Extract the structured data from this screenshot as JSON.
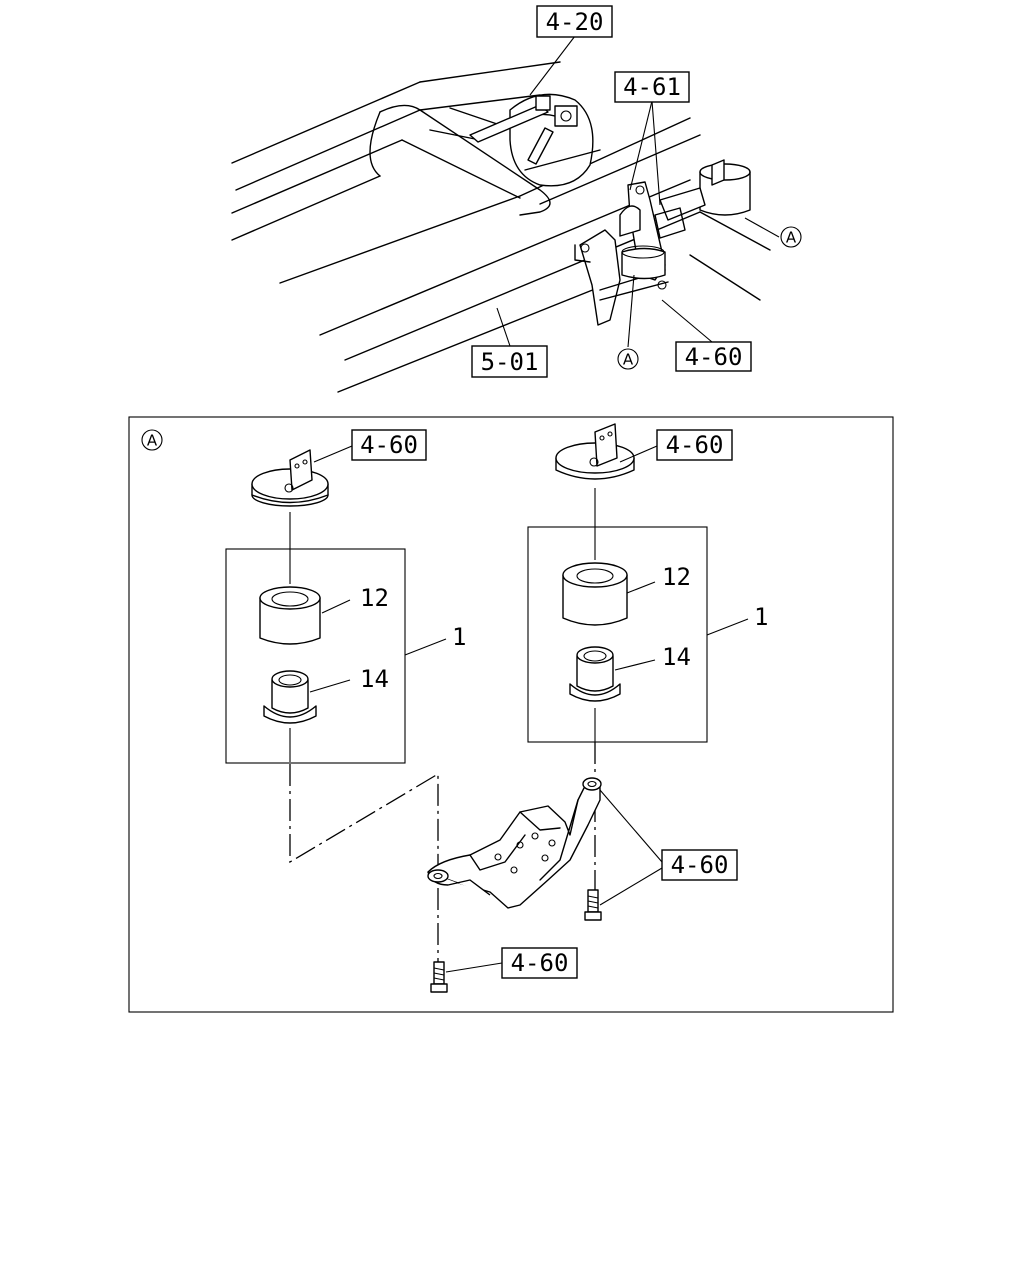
{
  "overview": {
    "ref_4_20": "4-20",
    "ref_4_61": "4-61",
    "ref_4_60": "4-60",
    "ref_5_01": "5-01",
    "detail_marker_right": "A",
    "detail_marker_bottom": "A"
  },
  "detail": {
    "marker": "A",
    "left_stack": {
      "upper_ref": "4-60",
      "item_upper": "12",
      "item_lower": "14",
      "assembly": "1"
    },
    "right_stack": {
      "upper_ref": "4-60",
      "item_upper": "12",
      "item_lower": "14",
      "assembly": "1"
    },
    "bracket_bolt_ref_right": "4-60",
    "bracket_bolt_ref_bottom": "4-60"
  }
}
